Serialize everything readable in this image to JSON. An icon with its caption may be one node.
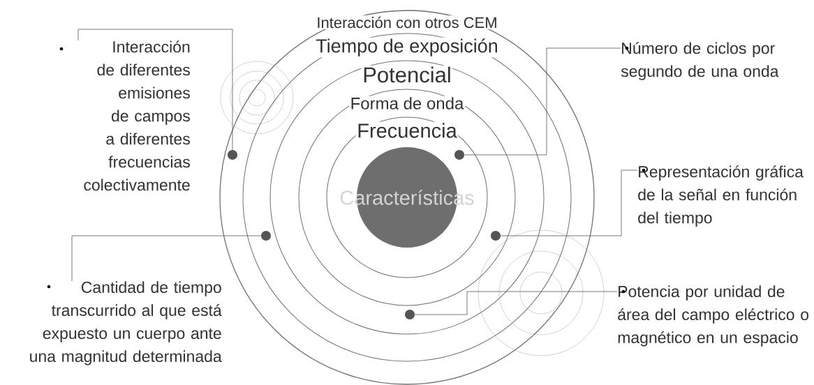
{
  "diagram": {
    "nodes": [
      {
        "text": [
          "Interacción con otros CEM"
        ]
      },
      {
        "text": [
          "Tiempo de exposición"
        ],
        "in": 0
      },
      {
        "text": [
          "Potencial"
        ],
        "in": 1
      },
      {
        "text": [
          "Forma de onda"
        ],
        "in": 2
      },
      {
        "text": [
          "Frecuencia"
        ],
        "in": 3
      },
      {
        "text": [
          "Características"
        ],
        "in": 4
      },
      {
        "text": [
          "Interacción de diferentes emisiones de campos a diferentes frecuencias colectivamente"
        ]
      },
      {
        "text": [
          "Número de ciclos por segundo de una onda"
        ]
      },
      {
        "text": [
          "Representación gráfica de la señal en función del tiempo"
        ]
      },
      {
        "text": [
          "Cantidad de tiempo transcurrido al que está expuesto un cuerpo ante una magnitud determinada"
        ]
      },
      {
        "text": [
          "Potencia por unidad de área del campo eléctrico o magnético en un espacio"
        ]
      },
      {
        "text": [],
        "shape": "circle",
        "in": 0
      },
      {
        "text": [],
        "shape": "circle",
        "in": 4
      },
      {
        "text": [],
        "shape": "circle",
        "in": 1
      },
      {
        "text": [],
        "shape": "circle",
        "in": 3
      },
      {
        "text": [],
        "shape": "circle",
        "in": 2
      }
    ],
    "edges": [
      {
        "from": 11,
        "to": 6,
        "arrow": "none"
      },
      {
        "from": 12,
        "to": 7,
        "arrow": "none"
      },
      {
        "from": 14,
        "to": 8,
        "arrow": "none"
      },
      {
        "from": 13,
        "to": 9,
        "arrow": "none"
      },
      {
        "from": 15,
        "to": 10,
        "arrow": "none"
      }
    ]
  }
}
